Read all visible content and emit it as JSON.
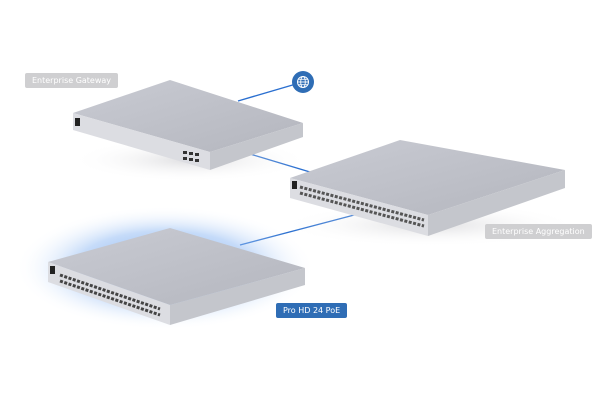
{
  "devices": [
    {
      "id": "gateway",
      "label": "Enterprise Gateway",
      "highlighted": false
    },
    {
      "id": "aggregation",
      "label": "Enterprise Aggregation",
      "highlighted": false
    },
    {
      "id": "pro-hd",
      "label": "Pro HD 24 PoE",
      "highlighted": true
    }
  ],
  "icons": {
    "internet": "globe-icon"
  },
  "colors": {
    "accent": "#2f6db5",
    "link": "#2a6fd0",
    "label_gray": "#cfcfd1",
    "glow": "#7fb0f0"
  }
}
